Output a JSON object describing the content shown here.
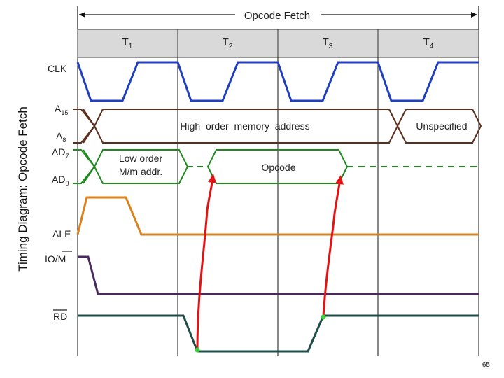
{
  "phase_label": "Opcode Fetch",
  "side_title": "Timing Diagram: Opcode Fetch",
  "states": [
    {
      "base": "T",
      "sub": "1"
    },
    {
      "base": "T",
      "sub": "2"
    },
    {
      "base": "T",
      "sub": "3"
    },
    {
      "base": "T",
      "sub": "4"
    }
  ],
  "signals": {
    "clk": "CLK",
    "a15": {
      "base": "A",
      "sub": "15"
    },
    "a8": {
      "base": "A",
      "sub": "8"
    },
    "ad7": {
      "base": "AD",
      "sub": "7"
    },
    "ad0": {
      "base": "AD",
      "sub": "0"
    },
    "ale": "ALE",
    "io_m": {
      "prefix": "IO/",
      "overbar": "M"
    },
    "rd": "RD"
  },
  "bus_labels": {
    "high_order_address": "High  order  memory  address",
    "unspecified": "Unspecified",
    "low_order": [
      "Low order",
      "M/m addr."
    ],
    "opcode": "Opcode"
  },
  "page_number": "65",
  "colors": {
    "clk": "#1f3fbf",
    "address_bus": "#5b2e1c",
    "data_bus": "#1e8a1e",
    "ale": "#d9821e",
    "io_m": "#4a2a5e",
    "rd": "#1f4e4a",
    "arrow": "#e31313",
    "marker": "#3ccf3c",
    "header_fill": "#d9d9d9"
  }
}
